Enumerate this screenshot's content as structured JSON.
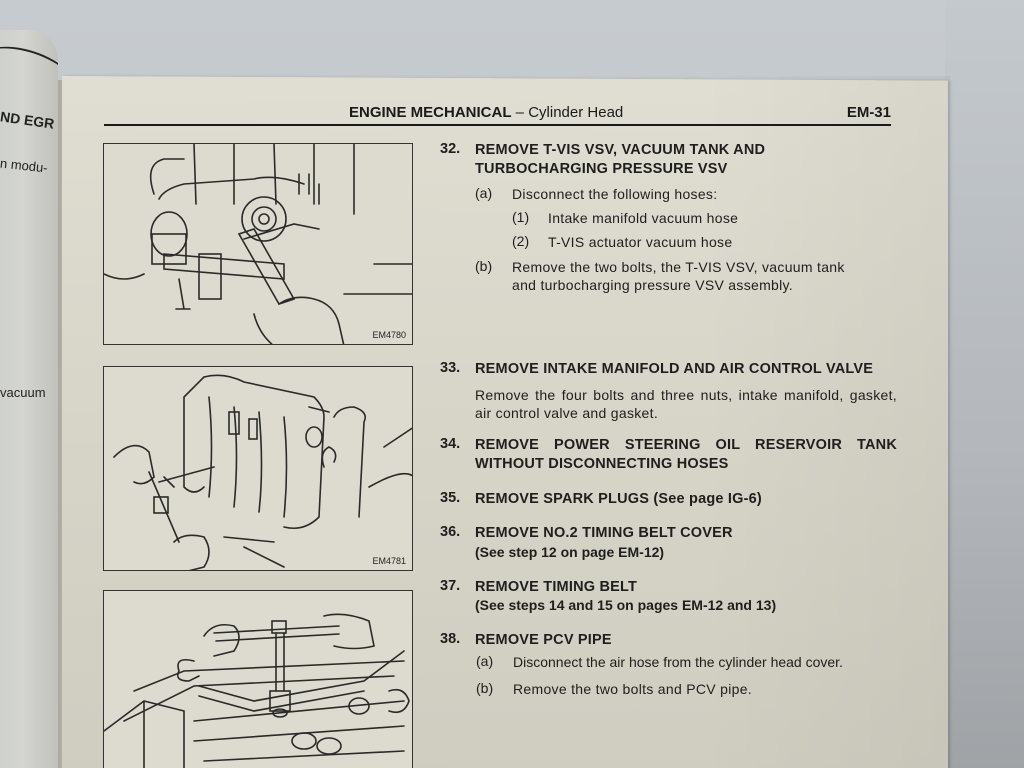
{
  "header": {
    "section_bold": "ENGINE MECHANICAL",
    "dash": " – ",
    "section_sub": "Cylinder Head",
    "page_number": "EM-31"
  },
  "previous_page": {
    "heading_fragment": "ND EGR",
    "text_fragment_1": "n modu-",
    "text_fragment_2": "vacuum"
  },
  "figures": [
    {
      "label": "EM4780",
      "description": "Hands removing T-VIS VSV and vacuum tank with wrench"
    },
    {
      "label": "EM4781",
      "description": "Hands removing intake manifold bolts with T-handle wrench"
    },
    {
      "label": "",
      "description": "Hands removing PCV pipe bolts on cylinder head cover"
    }
  ],
  "steps": [
    {
      "number": "32.",
      "title_line1": "REMOVE T-VIS VSV, VACUUM TANK AND",
      "title_line2": "TURBOCHARGING PRESSURE VSV",
      "sub": [
        {
          "letter": "(a)",
          "text": "Disconnect the following hoses:"
        },
        {
          "letter": "(1)",
          "text": "Intake manifold vacuum hose"
        },
        {
          "letter": "(2)",
          "text": "T-VIS actuator vacuum hose"
        },
        {
          "letter": "(b)",
          "text": "Remove the two bolts, the T-VIS VSV, vacuum tank",
          "text2": "and turbocharging pressure VSV assembly."
        }
      ]
    },
    {
      "number": "33.",
      "title_line1": "REMOVE INTAKE MANIFOLD AND AIR CONTROL VALVE",
      "body": "Remove the four bolts and three nuts, intake manifold, gasket, air control valve and gasket."
    },
    {
      "number": "34.",
      "title_line1": "REMOVE POWER STEERING OIL RESERVOIR TANK",
      "title_line2": "WITHOUT DISCONNECTING HOSES"
    },
    {
      "number": "35.",
      "title_line1": "REMOVE SPARK PLUGS (See page IG-6)"
    },
    {
      "number": "36.",
      "title_line1": "REMOVE NO.2 TIMING BELT COVER",
      "ref": "(See step 12 on page EM-12)"
    },
    {
      "number": "37.",
      "title_line1": "REMOVE TIMING BELT",
      "ref": "(See steps 14 and 15 on pages EM-12 and 13)"
    },
    {
      "number": "38.",
      "title_line1": "REMOVE PCV PIPE",
      "sub": [
        {
          "letter": "(a)",
          "text": "Disconnect the air hose from the cylinder head cover."
        },
        {
          "letter": "(b)",
          "text": "Remove the two bolts and PCV pipe."
        }
      ]
    }
  ]
}
